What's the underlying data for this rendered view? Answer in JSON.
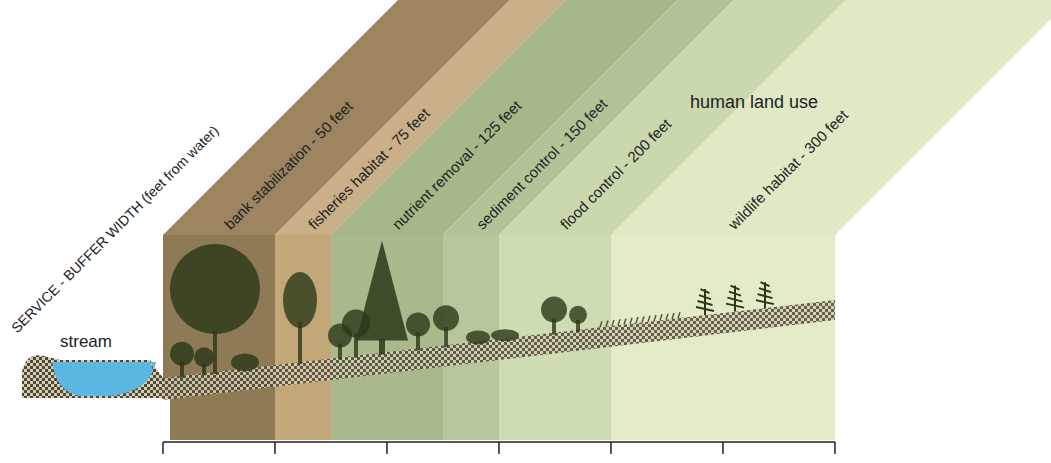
{
  "diagram": {
    "nodes": [
      {
        "text": [
          "bank stabilization - 50 feet"
        ]
      },
      {
        "text": [
          "fisheries habitat - 75 feet"
        ]
      },
      {
        "text": [
          "nutrient removal - 125 feet"
        ]
      },
      {
        "text": [
          "sediment control - 150 feet"
        ]
      },
      {
        "text": [
          "flood control - 200 feet"
        ]
      },
      {
        "text": [
          "wildlife habitat - 300 feet"
        ]
      }
    ],
    "labels": [
      "SERVICE - BUFFER WIDTH (feet from water)",
      "stream",
      "human land use"
    ]
  }
}
